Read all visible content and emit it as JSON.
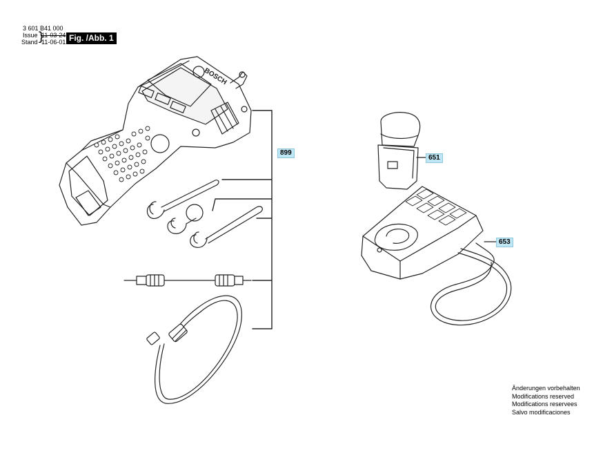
{
  "header": {
    "part_number": "3 601 B41 000",
    "issue_label": "Issue",
    "issue_date": "11-03-24",
    "stand_label": "Stand",
    "stand_date": "11-06-01",
    "figure_label": "Fig. /Abb. 1"
  },
  "device": {
    "brand": "BOSCH"
  },
  "callouts": {
    "kit": "899",
    "battery": "651",
    "charger": "653"
  },
  "notes": [
    "Änderungen vorbehalten",
    "Modifications reserved",
    "Modifications reservees",
    "Salvo modificaciones"
  ]
}
